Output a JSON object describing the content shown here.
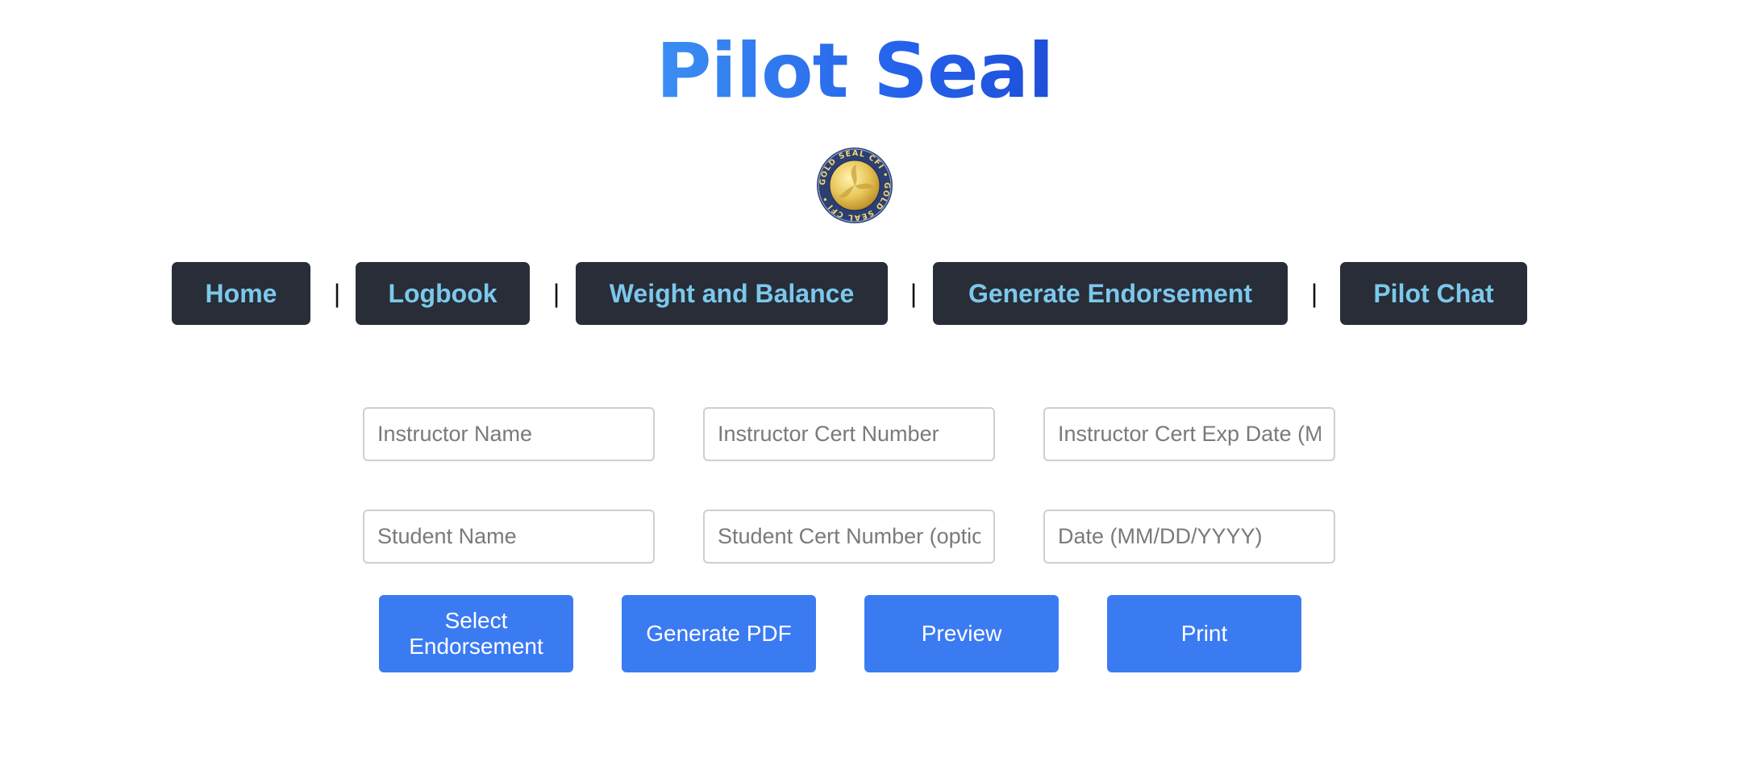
{
  "header": {
    "title": "Pilot Seal",
    "logo_icon": "gold-seal-cfi-icon",
    "logo_text": "GOLD SEAL CFI • GOLD SEAL CFI •"
  },
  "nav": {
    "separator": "|",
    "items": [
      {
        "label": "Home"
      },
      {
        "label": "Logbook"
      },
      {
        "label": "Weight and Balance"
      },
      {
        "label": "Generate Endorsement"
      },
      {
        "label": "Pilot Chat"
      }
    ]
  },
  "form": {
    "instructor_name": {
      "value": "",
      "placeholder": "Instructor Name"
    },
    "instructor_cert_number": {
      "value": "",
      "placeholder": "Instructor Cert Number"
    },
    "instructor_cert_exp": {
      "value": "",
      "placeholder": "Instructor Cert Exp Date (MM/DD/YYYY)"
    },
    "student_name": {
      "value": "",
      "placeholder": "Student Name"
    },
    "student_cert_number": {
      "value": "",
      "placeholder": "Student Cert Number (optional)"
    },
    "date": {
      "value": "",
      "placeholder": "Date (MM/DD/YYYY)"
    }
  },
  "actions": {
    "select_endorsement": "Select Endorsement",
    "generate_pdf": "Generate PDF",
    "preview": "Preview",
    "print": "Print"
  },
  "colors": {
    "title_blue": "#2563eb",
    "nav_bg": "#282d37",
    "nav_text": "#7cc8ec",
    "action_blue": "#3b7bf2",
    "seal_gold": "#e8c65a",
    "seal_ring": "#2c3f73"
  }
}
